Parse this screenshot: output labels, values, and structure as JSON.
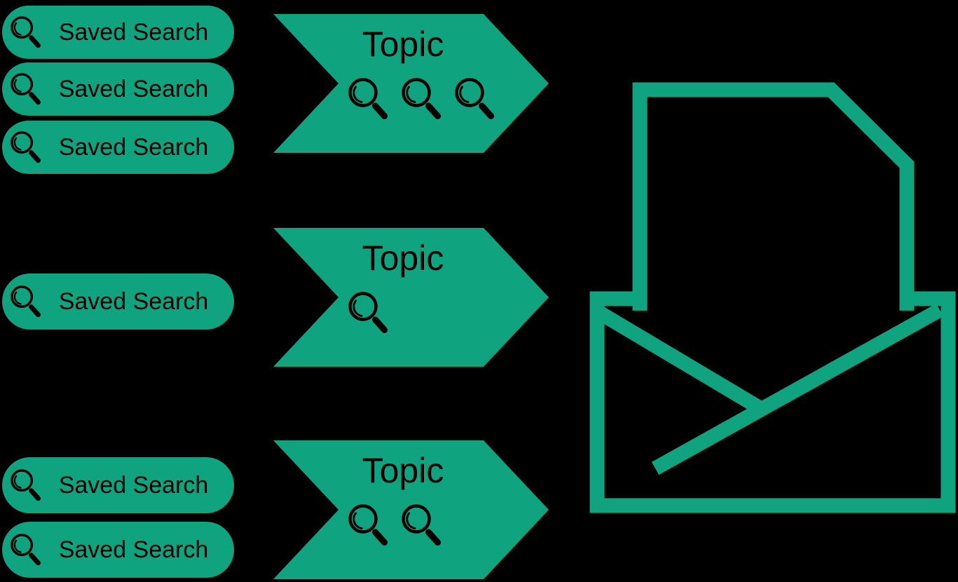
{
  "colors": {
    "bg": "#000000",
    "green": "#10A37F",
    "ink": "#000000"
  },
  "pills": [
    {
      "label": "Saved Search",
      "group": 1
    },
    {
      "label": "Saved Search",
      "group": 1
    },
    {
      "label": "Saved Search",
      "group": 1
    },
    {
      "label": "Saved Search",
      "group": 2
    },
    {
      "label": "Saved Search",
      "group": 3
    },
    {
      "label": "Saved Search",
      "group": 3
    }
  ],
  "arrows": [
    {
      "label": "Topic",
      "magnifier_count": 3
    },
    {
      "label": "Topic",
      "magnifier_count": 1
    },
    {
      "label": "Topic",
      "magnifier_count": 2
    }
  ],
  "icons": {
    "pill_icon": "magnifier-icon",
    "arrow_icon": "magnifier-icon",
    "output_icon": "document-into-open-envelope-icon"
  }
}
